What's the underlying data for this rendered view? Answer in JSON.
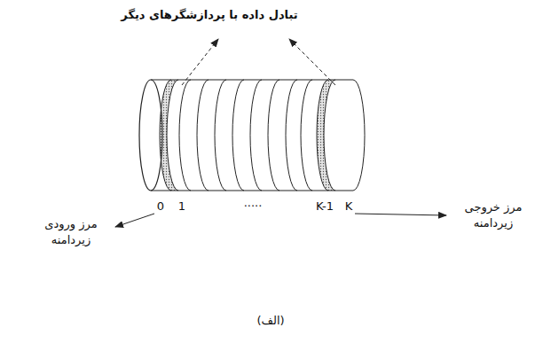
{
  "diagram": {
    "title": "تبادل داده با پردازشگرهای دیگر",
    "caption": "(الف)",
    "labels": [
      "0",
      "1",
      ".....",
      "K-1",
      "K",
      "مرز ورودی زیردامنه",
      "مرز خروجی زیردامنه"
    ]
  }
}
